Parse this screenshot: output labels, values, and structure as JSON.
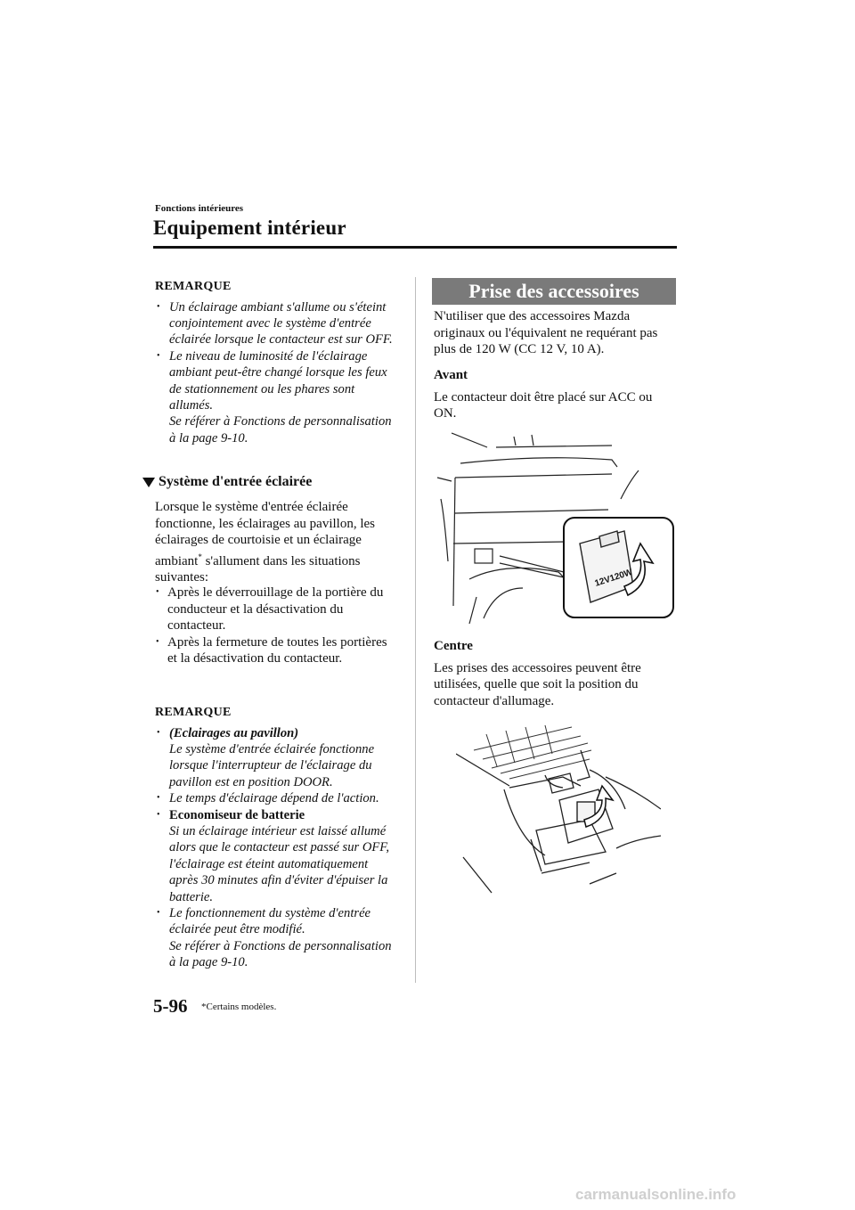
{
  "header": {
    "section": "Fonctions intérieures",
    "title": "Equipement intérieur"
  },
  "left": {
    "note1_label": "REMARQUE",
    "note1_items": [
      "Un éclairage ambiant s'allume ou s'éteint conjointement avec le système d'entrée éclairée lorsque le contacteur est sur OFF.",
      "Le niveau de luminosité de l'éclairage ambiant peut-être changé lorsque les feux de stationnement ou les phares sont allumés.",
      "Se référer à Fonctions de personnalisation à la page 9-10."
    ],
    "subheading": "Système d'entrée éclairée",
    "para_before": "Lorsque le système d'entrée éclairée fonctionne, les éclairages au pavillon, les éclairages de courtoisie et un éclairage ambiant",
    "para_star": "*",
    "para_after": " s'allument dans les situations suivantes:",
    "bullets": [
      "Après le déverrouillage de la portière du conducteur et la désactivation du contacteur.",
      "Après la fermeture de toutes les portières et la désactivation du contacteur."
    ],
    "note2_label": "REMARQUE",
    "note2_items": {
      "i1_bold": "(Eclairages au pavillon)",
      "i1_text": "Le système d'entrée éclairée fonctionne lorsque l'interrupteur de l'éclairage du pavillon est en position DOOR.",
      "i2_text": "Le temps d'éclairage dépend de l'action.",
      "i3_bold": "Economiseur de batterie",
      "i3_text": "Si un éclairage intérieur est laissé allumé alors que le contacteur est passé sur OFF, l'éclairage est éteint automatiquement après 30 minutes afin d'éviter d'épuiser la batterie.",
      "i4_text": "Le fonctionnement du système d'entrée éclairée peut être modifié.",
      "i4_ref": "Se référer à Fonctions de personnalisation à la page 9-10."
    }
  },
  "right": {
    "banner": "Prise des accessoires",
    "intro": "N'utiliser que des accessoires Mazda originaux ou l'équivalent ne requérant pas plus de 120 W (CC 12 V, 10 A).",
    "front_heading": "Avant",
    "front_text": "Le contacteur doit être placé sur ACC ou ON.",
    "socket_label": "12V120W",
    "center_heading": "Centre",
    "center_text": "Les prises des accessoires peuvent être utilisées, quelle que soit la position du contacteur d'allumage."
  },
  "footer": {
    "page_number": "5-96",
    "footnote": "*Certains modèles."
  },
  "watermark": "carmanualsonline.info"
}
